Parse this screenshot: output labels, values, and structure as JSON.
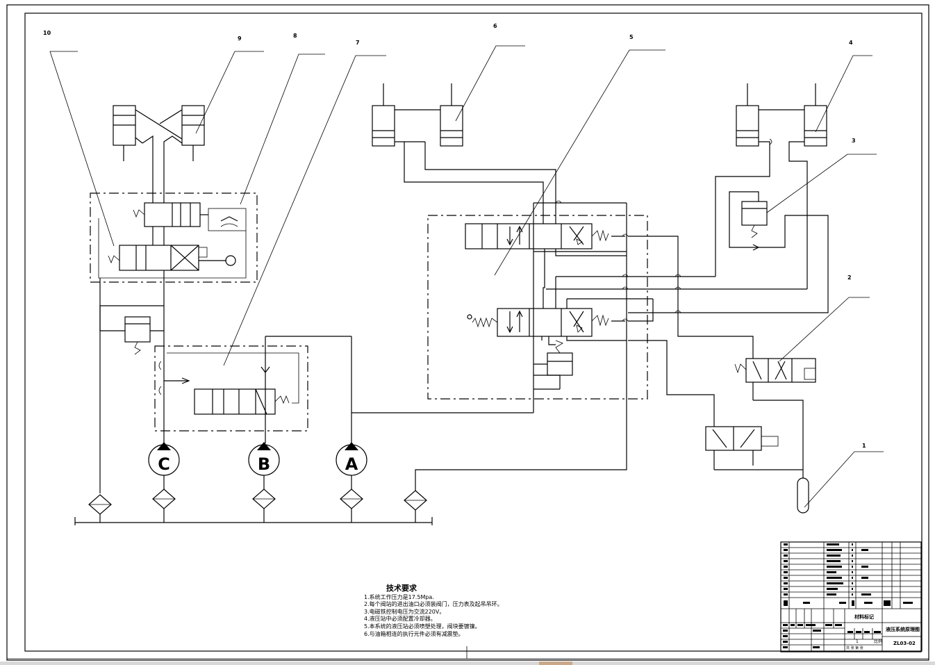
{
  "callouts": [
    "1",
    "2",
    "3",
    "4",
    "5",
    "6",
    "7",
    "8",
    "9",
    "10"
  ],
  "pumps": [
    "C",
    "B",
    "A"
  ],
  "notes": {
    "title": "技术要求",
    "items": [
      "1.系统工作压力是17.5Mpa.",
      "2.每个阀站的进出油口必须装阀门，压力表及起吊吊环。",
      "3.电磁铁控制电压为交流220V。",
      "4.液压站中必须配置冷却器。",
      "5.本系统的液压站必须喷塑处理，阀块要镀镍。",
      "6.与油箱相连的执行元件必须有减震垫。"
    ]
  },
  "title_block": {
    "material_mark": "材料标记",
    "drawing_name": "液压系统原理图",
    "drawing_no": "ZL03-02",
    "ratio": "1",
    "scale_label": "比例",
    "sheet_info": "共 张 第 张"
  },
  "colors": {
    "line": "#000000",
    "paper": "#ffffff"
  }
}
